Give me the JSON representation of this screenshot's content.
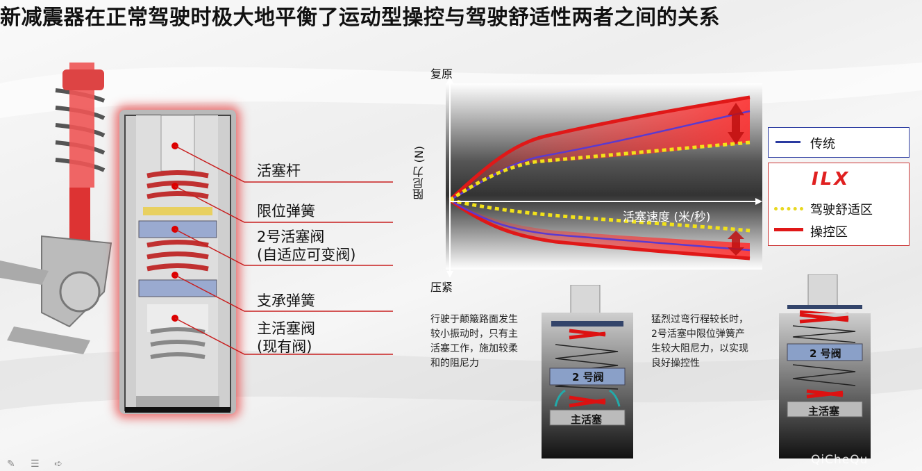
{
  "title": "新减震器在正常驾驶时极大地平衡了运动型操控与驾驶舒适性两者之间的关系",
  "labels": {
    "piston_rod": "活塞杆",
    "limit_spring": "限位弹簧",
    "valve2_line1": "2号活塞阀",
    "valve2_line2": "(自适应可变阀)",
    "support_spring": "支承弹簧",
    "main_valve_line1": "主活塞阀",
    "main_valve_line2": "(现有阀)"
  },
  "chart": {
    "rebound_label": "复原",
    "compression_label": "压紧",
    "y_axis_label": "阻尼力 (N)",
    "x_axis_label": "活塞速度 (米/秒)"
  },
  "legend": {
    "traditional": "传统",
    "brand": "ILX",
    "comfort": "驾驶舒适区",
    "handling": "操控区"
  },
  "colors": {
    "traditional": "#3a3ad0",
    "comfort": "#f2e21a",
    "handling": "#e01818"
  },
  "notes": {
    "left": [
      "行驶于颠簸路面发生",
      "较小振动时，只有主",
      "活塞工作，施加较柔",
      "和的阻尼力"
    ],
    "right": [
      "猛烈过弯行程较长时，",
      "2号活塞中限位弹簧产",
      "生较大阻尼力，以实现",
      "良好操控性"
    ]
  },
  "diagram_left": {
    "valve2": "2 号阀",
    "main": "主活塞"
  },
  "diagram_right": {
    "valve2": "2 号阀",
    "main": "主活塞"
  },
  "watermark": "QiCheQu"
}
